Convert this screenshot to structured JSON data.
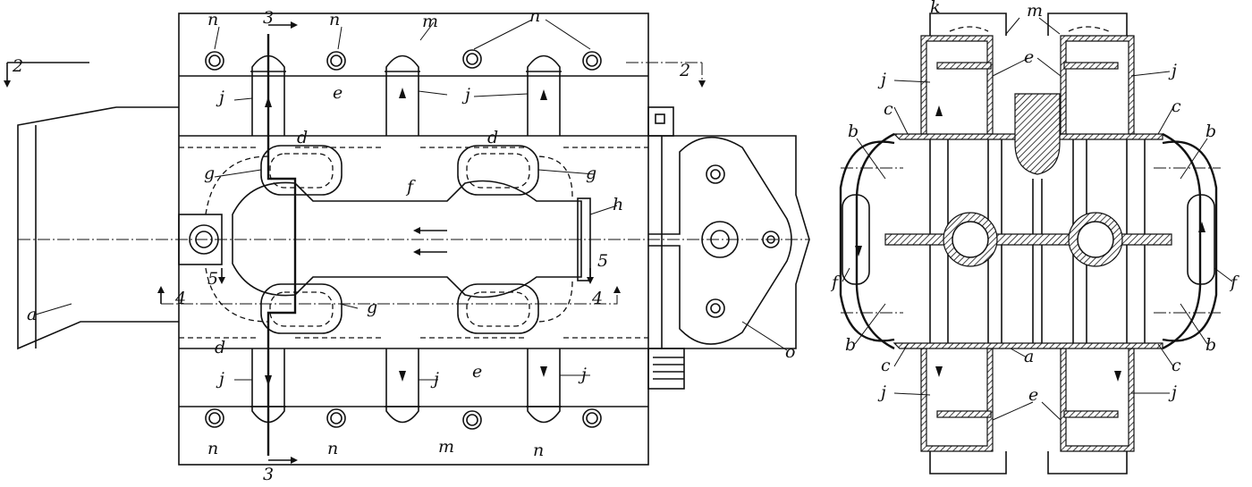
{
  "figure_left": {
    "labels": {
      "n1": "n",
      "n2": "n",
      "n3": "n",
      "n4": "n",
      "n5": "n",
      "n6": "n",
      "m_top": "m",
      "m_bot": "m",
      "sec3_top": "3",
      "sec3_bot": "3",
      "sec2_left": "2",
      "sec2_right": "2",
      "j1": "j",
      "j2": "j",
      "j3": "j",
      "j4": "j",
      "j5": "j",
      "e_top": "e",
      "e_bot": "e",
      "d1": "d",
      "d2": "d",
      "d3": "d",
      "g1": "g",
      "g2": "g",
      "g3": "g",
      "f": "f",
      "h": "h",
      "sec5_left": "5",
      "sec5_right": "5",
      "sec4_left": "4",
      "sec4_right": "4",
      "a": "a",
      "o": "o"
    }
  },
  "figure_right": {
    "labels": {
      "k": "k",
      "m": "m",
      "e_top": "e",
      "e_bot": "e",
      "j_tl": "j",
      "j_tr": "j",
      "j_bl": "j",
      "j_br": "j",
      "c_tl": "c",
      "c_tr": "c",
      "c_bl": "c",
      "c_br": "c",
      "b_tl": "b",
      "b_tr": "b",
      "b_bl": "b",
      "b_br": "b",
      "f_l": "f",
      "f_r": "f",
      "a": "a"
    }
  }
}
